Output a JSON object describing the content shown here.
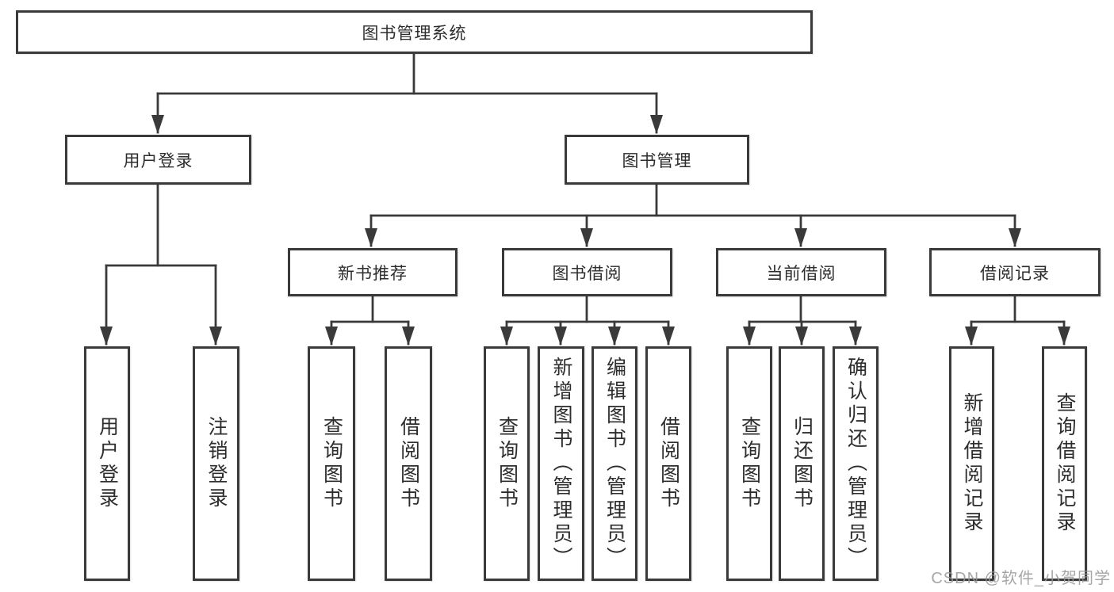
{
  "tree": {
    "root": {
      "label": "图书管理系统"
    },
    "children": [
      {
        "label": "用户登录",
        "children": [
          {
            "label": "用户登录"
          },
          {
            "label": "注销登录"
          }
        ]
      },
      {
        "label": "图书管理",
        "children": [
          {
            "label": "新书推荐",
            "children": [
              {
                "label": "查询图书"
              },
              {
                "label": "借阅图书"
              }
            ]
          },
          {
            "label": "图书借阅",
            "children": [
              {
                "label": "查询图书"
              },
              {
                "label": "新增图书（管理员）"
              },
              {
                "label": "编辑图书（管理员）"
              },
              {
                "label": "借阅图书"
              }
            ]
          },
          {
            "label": "当前借阅",
            "children": [
              {
                "label": "查询图书"
              },
              {
                "label": "归还图书"
              },
              {
                "label": "确认归还（管理员）"
              }
            ]
          },
          {
            "label": "借阅记录",
            "children": [
              {
                "label": "新增借阅记录"
              },
              {
                "label": "查询借阅记录"
              }
            ]
          }
        ]
      }
    ]
  },
  "watermark": {
    "text": "CSDN @软件_小贺同学"
  },
  "colors": {
    "background": "#ffffff",
    "line": "#3a3a3a",
    "box_border": "#3a3a3a",
    "box_fill": "#ffffff",
    "text": "#2d2d2d",
    "watermark": "#a8a8a8"
  }
}
